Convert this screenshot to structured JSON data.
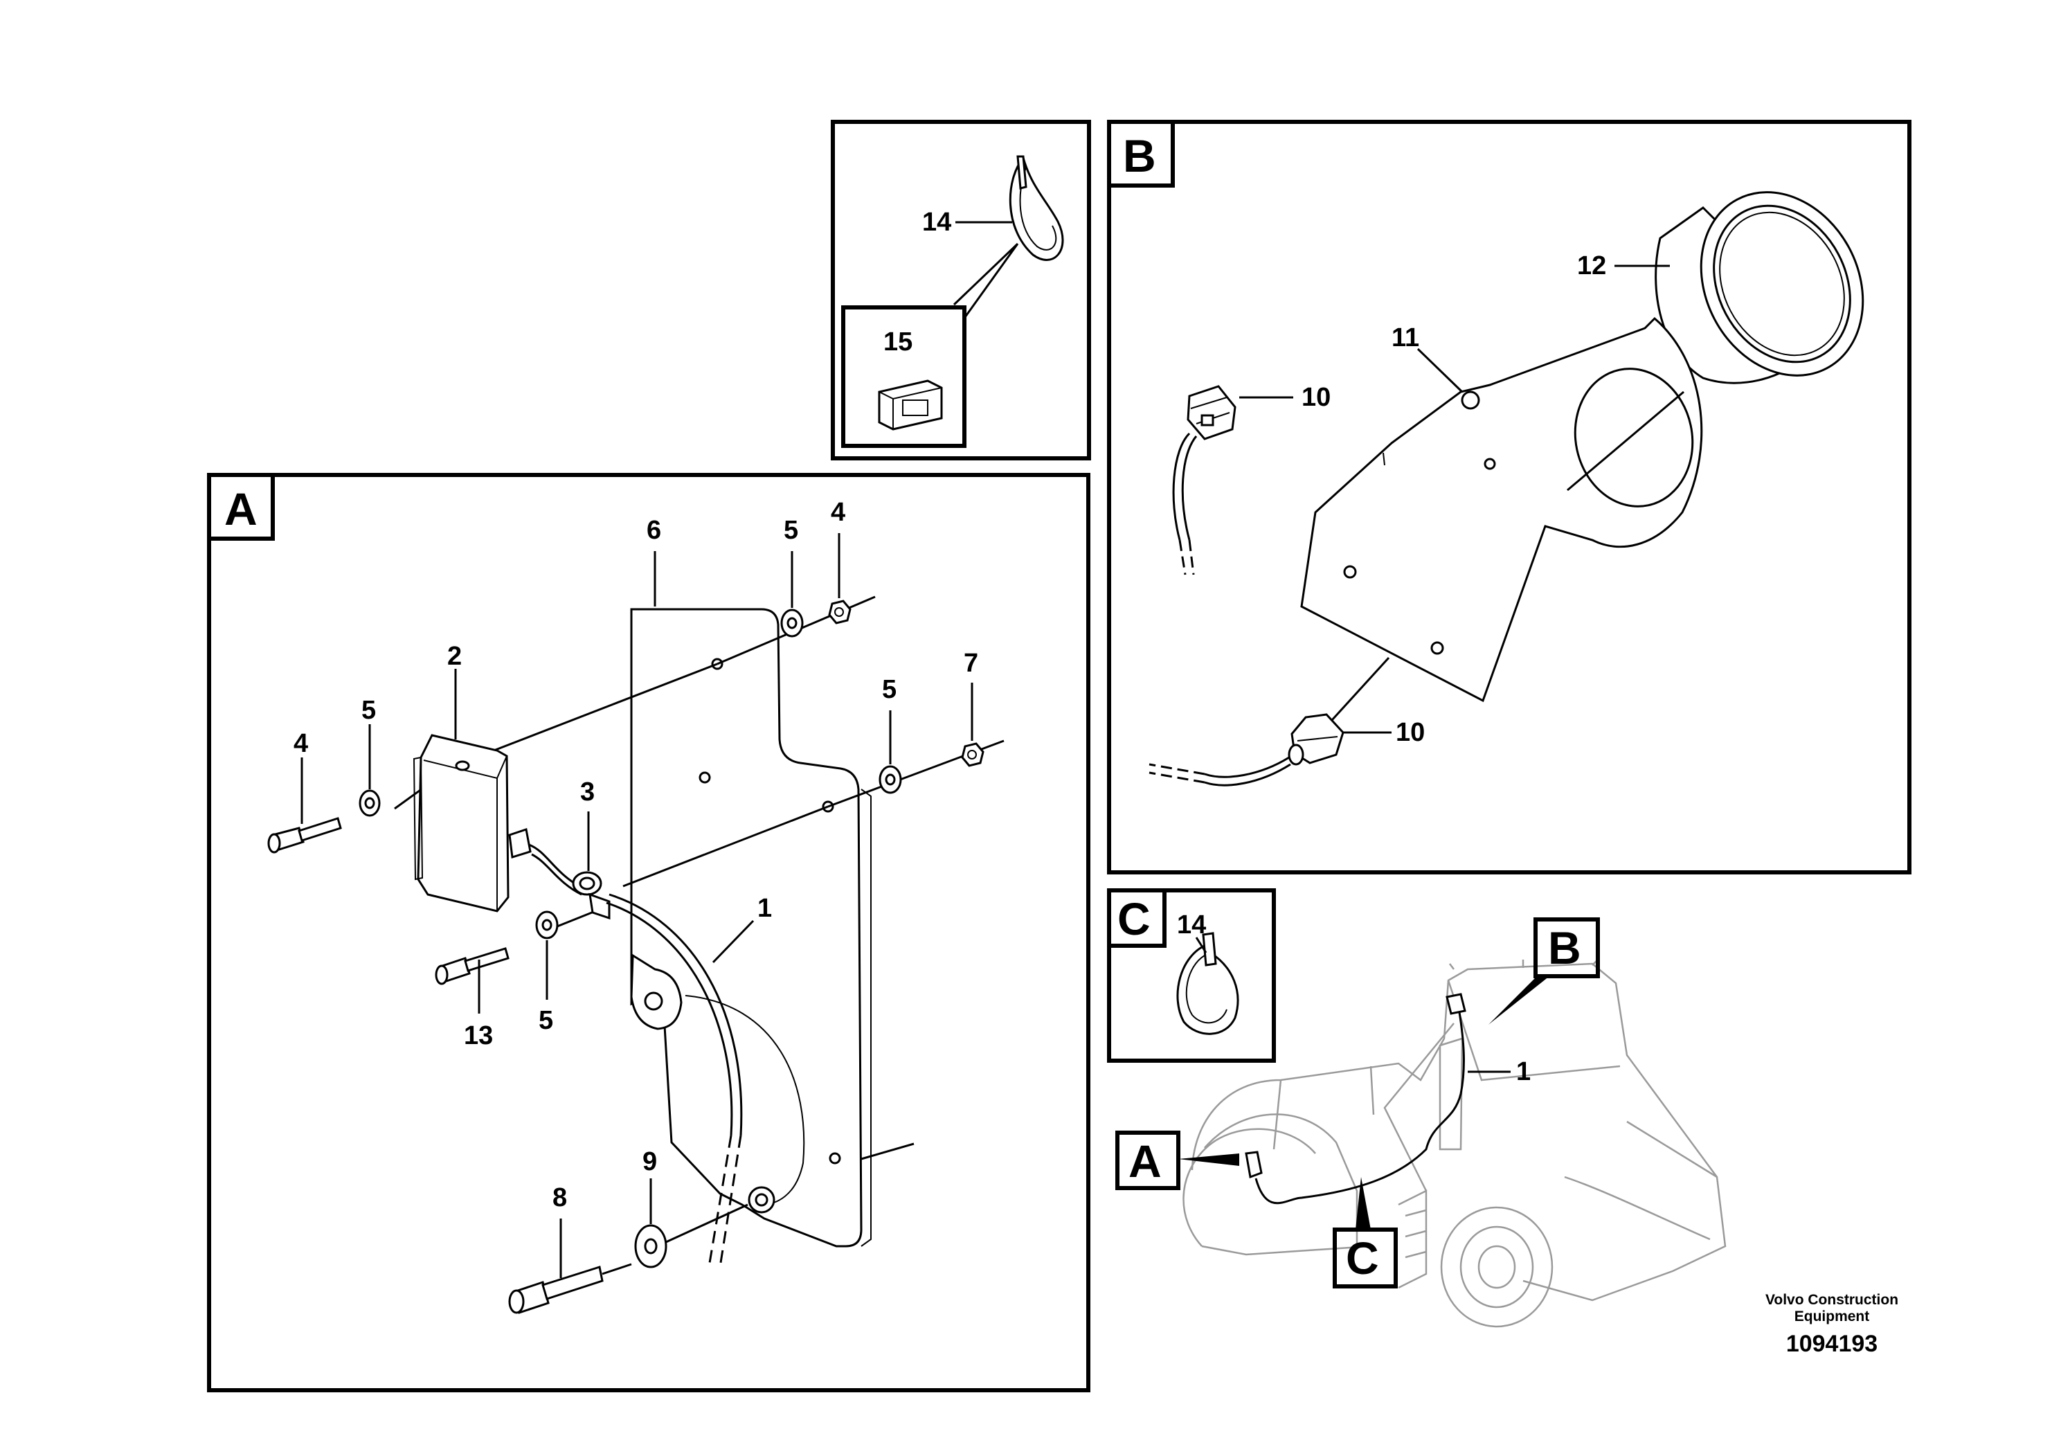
{
  "views": {
    "A": {
      "badge": "A"
    },
    "B": {
      "badge": "B"
    },
    "C": {
      "badge": "C"
    },
    "inset_top": {}
  },
  "callouts": {
    "A": {
      "c6": "6",
      "c5a": "5",
      "c4a": "4",
      "c2": "2",
      "c5b": "5",
      "c4b": "4",
      "c7": "7",
      "c5c": "5",
      "c3": "3",
      "c1": "1",
      "c13": "13",
      "c5d": "5",
      "c9": "9",
      "c8": "8"
    },
    "B": {
      "c12": "12",
      "c11": "11",
      "c10a": "10",
      "c10b": "10"
    },
    "C": {
      "c14": "14"
    },
    "inset": {
      "c14": "14",
      "c15": "15"
    },
    "overview": {
      "c1": "1",
      "A": "A",
      "B": "B",
      "C": "C"
    }
  },
  "footer": {
    "brand_line1": "Volvo Construction",
    "brand_line2": "Equipment",
    "part_number": "1094193"
  }
}
